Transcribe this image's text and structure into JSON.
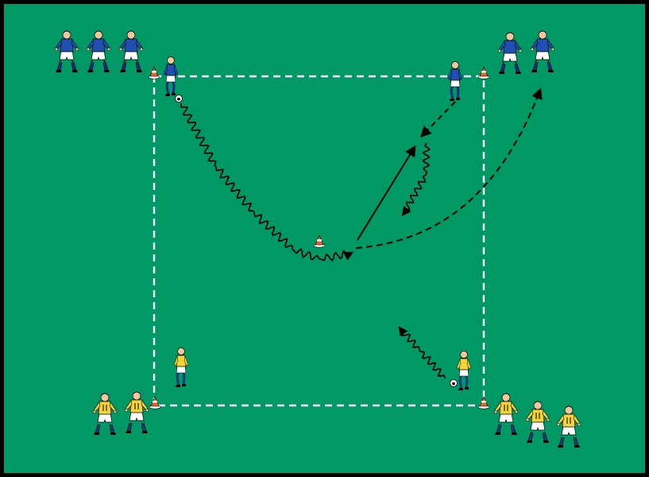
{
  "diagram": {
    "colors": {
      "border": "#000000",
      "pitch": "#009966",
      "area_lines": "#FFFFFF",
      "path_lines": "#000000",
      "cone": "#E8602C",
      "team_a_shirt": "#1F4FB0",
      "team_a_shorts": "#FFFFFF",
      "team_a_socks": "#1A2E7A",
      "team_b_shirt": "#F2D43A",
      "team_b_shorts": "#FFFFFF",
      "team_b_socks": "#1A3A7A",
      "skin": "#F1C7A0",
      "ball": "#FFFFFF"
    },
    "teams": [
      {
        "key": "team_a",
        "shirt_color_key": "team_a_shirt",
        "label": ""
      },
      {
        "key": "team_b",
        "shirt_color_key": "team_b_shirt",
        "label": ""
      }
    ],
    "markings": [
      {
        "kind": "dribble",
        "style": "wavy-solid"
      },
      {
        "kind": "pass",
        "style": "straight-solid"
      },
      {
        "kind": "run",
        "style": "dashed"
      }
    ]
  }
}
